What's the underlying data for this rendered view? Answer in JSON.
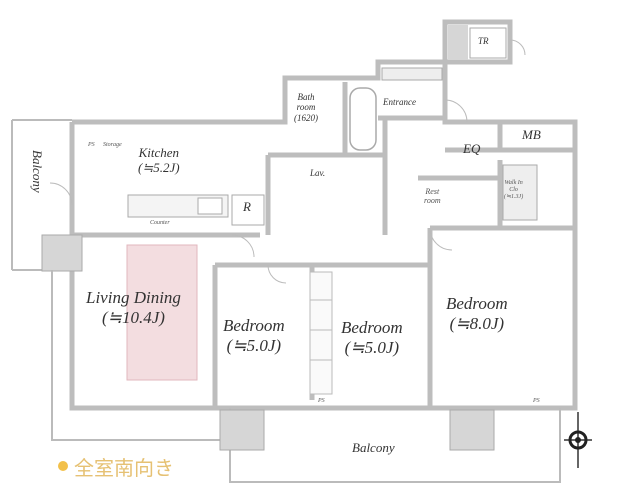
{
  "rooms": {
    "tr": "TR",
    "entrance": "Entrance",
    "bath_line1": "Bath",
    "bath_line2": "room",
    "bath_line3": "(1620)",
    "eq": "EQ",
    "mb": "MB",
    "lav": "Lav.",
    "rest_line1": "Rest",
    "rest_line2": "room",
    "wic_line1": "Walk In",
    "wic_line2": "Clo",
    "wic_line3": "(≒1.3J)",
    "kitchen": "Kitchen",
    "kitchen_size": "(≒5.2J)",
    "refrigerator": "R",
    "balcony_side": "Balcony",
    "living": "Living Dining",
    "living_size": "(≒10.4J)",
    "bedroom1": "Bedroom",
    "bedroom1_size": "(≒5.0J)",
    "bedroom2": "Bedroom",
    "bedroom2_size": "(≒5.0J)",
    "bedroom3": "Bedroom",
    "bedroom3_size": "(≒8.0J)",
    "balcony_main": "Balcony",
    "ps1": "PS",
    "ps2": "PS",
    "ps3": "PS",
    "storage": "Storage",
    "counter": "Counter"
  },
  "note": "全室南向き",
  "colors": {
    "wall": "#c8c8c8",
    "column": "#d6d6d6",
    "accent": "#e6c173",
    "rug": "#f3dde0"
  }
}
